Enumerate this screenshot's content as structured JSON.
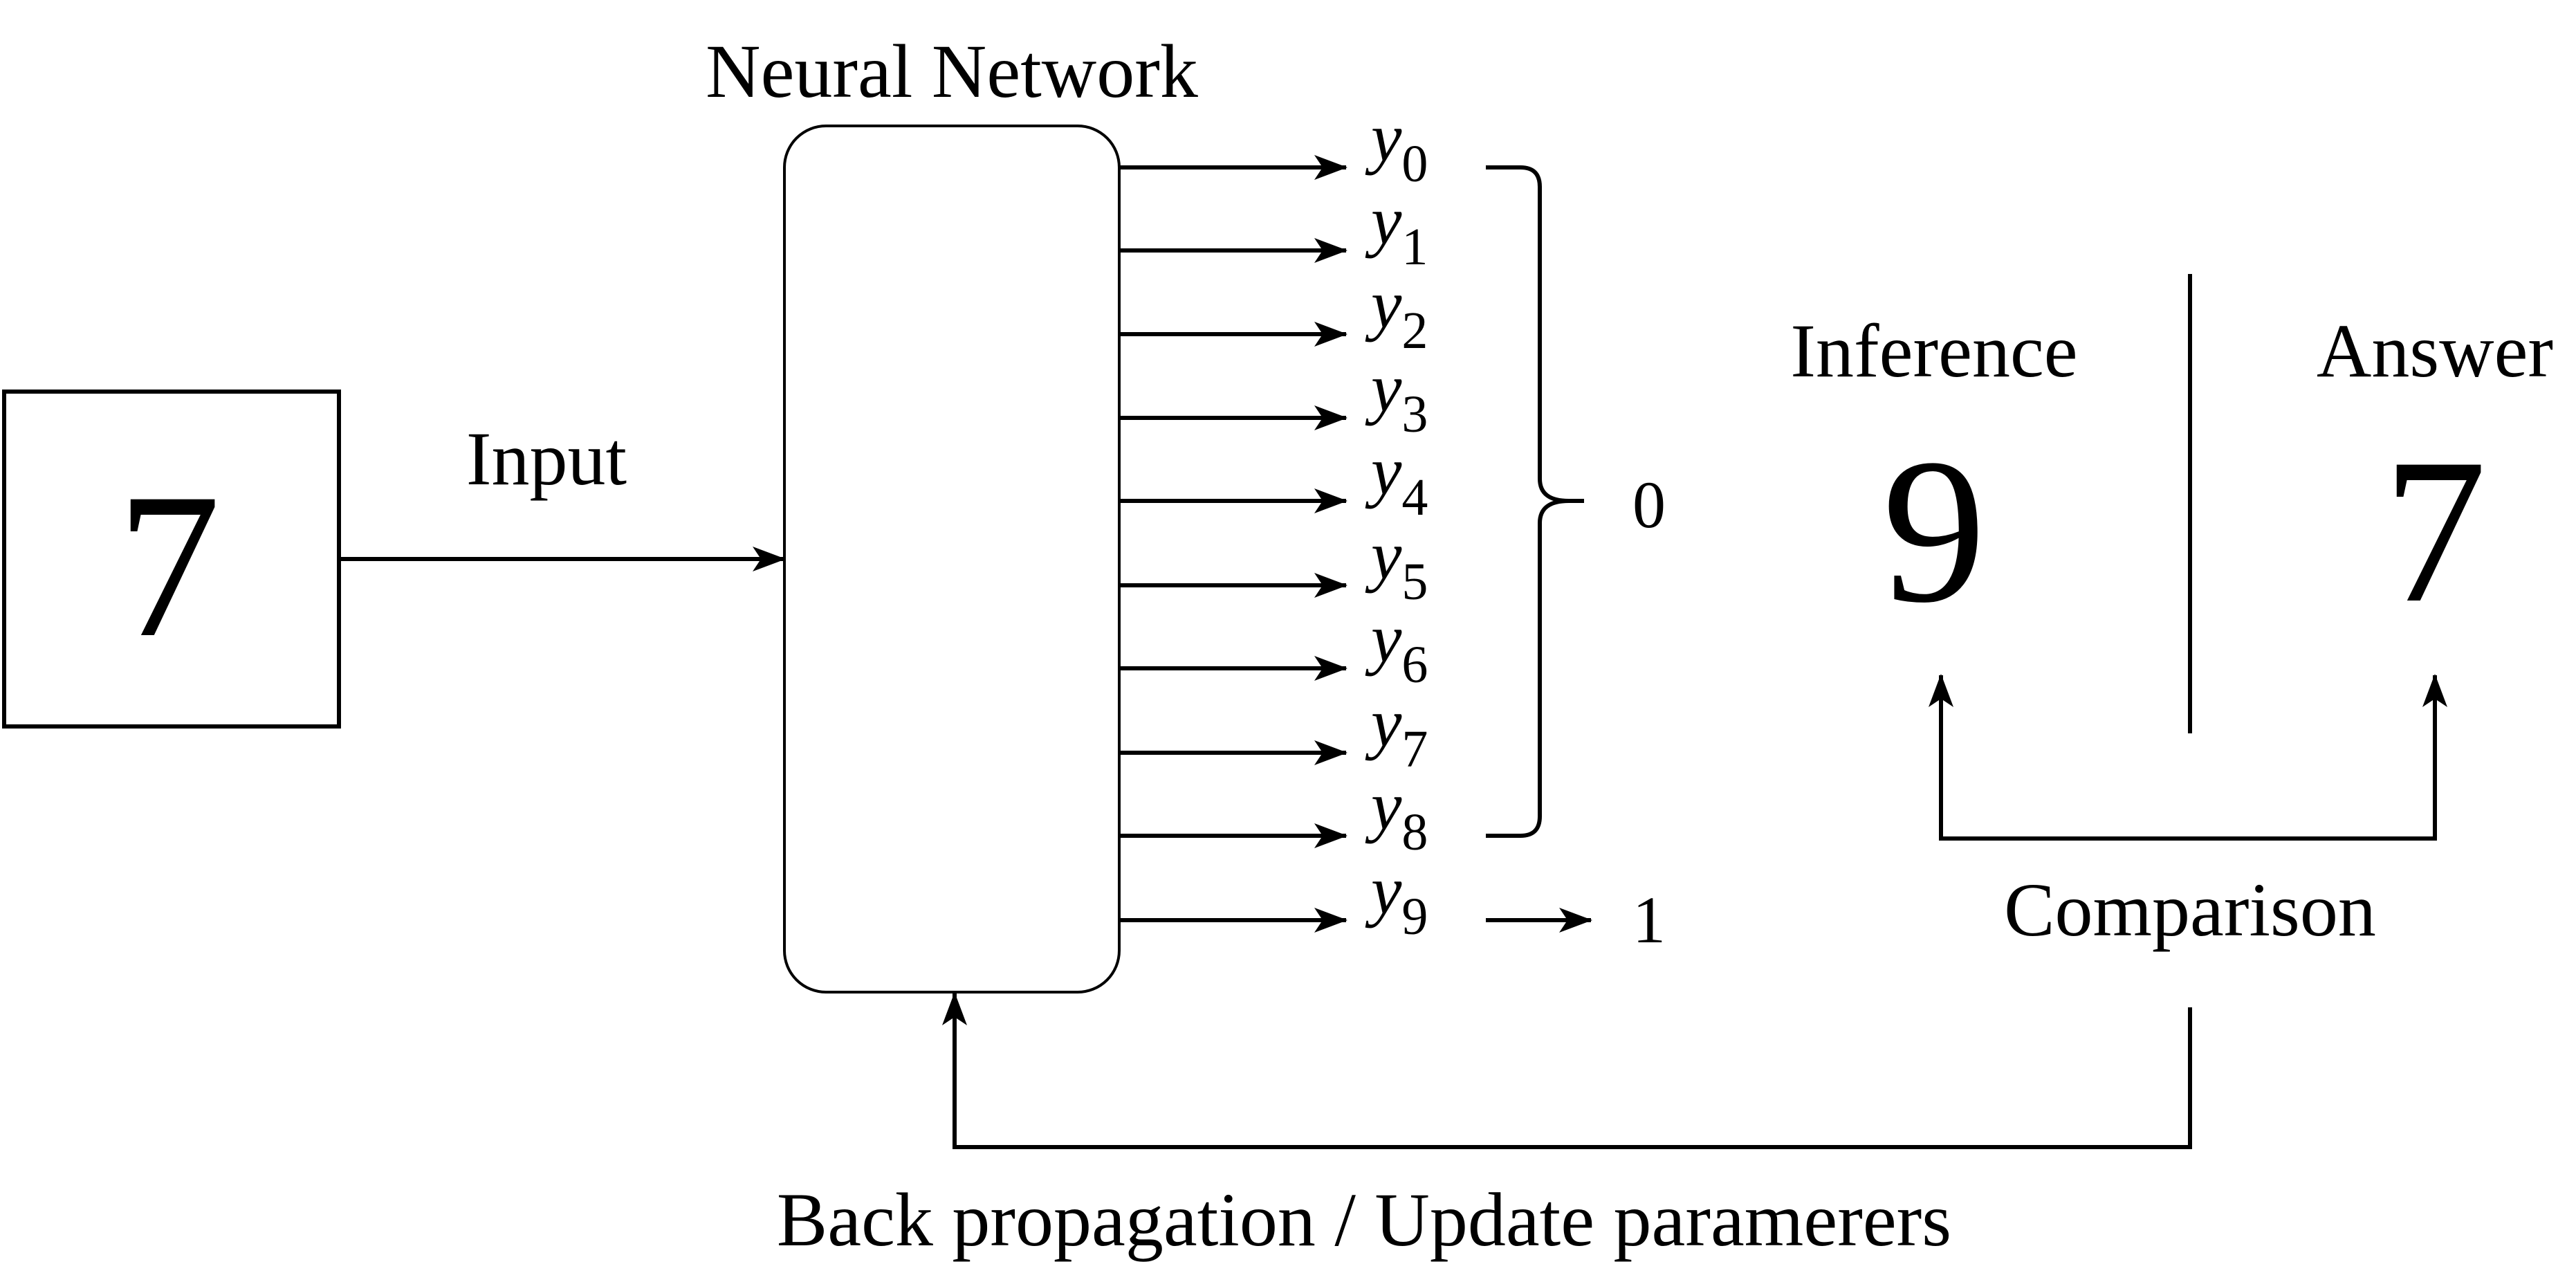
{
  "input_digit": "7",
  "input_label": "Input",
  "network_title": "Neural Network",
  "outputs": [
    {
      "base": "y",
      "sub": "0"
    },
    {
      "base": "y",
      "sub": "1"
    },
    {
      "base": "y",
      "sub": "2"
    },
    {
      "base": "y",
      "sub": "3"
    },
    {
      "base": "y",
      "sub": "4"
    },
    {
      "base": "y",
      "sub": "5"
    },
    {
      "base": "y",
      "sub": "6"
    },
    {
      "base": "y",
      "sub": "7"
    },
    {
      "base": "y",
      "sub": "8"
    },
    {
      "base": "y",
      "sub": "9"
    }
  ],
  "group_value": "0",
  "y9_value": "1",
  "inference": {
    "label": "Inference",
    "digit": "9"
  },
  "answer": {
    "label": "Answer",
    "digit": "7"
  },
  "comparison_label": "Comparison",
  "backprop_label": "Back propagation / Update paramerers"
}
